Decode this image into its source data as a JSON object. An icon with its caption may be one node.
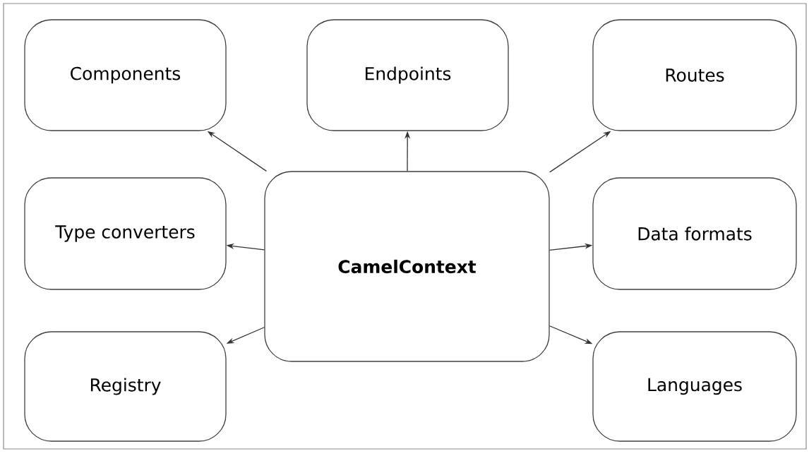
{
  "diagram": {
    "nodes": [
      {
        "text": [
          "Components"
        ]
      },
      {
        "text": [
          "Endpoints"
        ]
      },
      {
        "text": [
          "Routes"
        ]
      },
      {
        "text": [
          "Type converters"
        ]
      },
      {
        "text": [
          "CamelContext"
        ]
      },
      {
        "text": [
          "Data formats"
        ]
      },
      {
        "text": [
          "Registry"
        ]
      },
      {
        "text": [
          "Languages"
        ]
      }
    ],
    "edges": [
      {
        "from": 4,
        "to": 0,
        "arrow": "to"
      },
      {
        "from": 4,
        "to": 1,
        "arrow": "to"
      },
      {
        "from": 4,
        "to": 2,
        "arrow": "to"
      },
      {
        "from": 4,
        "to": 3,
        "arrow": "to"
      },
      {
        "from": 4,
        "to": 5,
        "arrow": "to"
      },
      {
        "from": 4,
        "to": 6,
        "arrow": "to"
      },
      {
        "from": 4,
        "to": 7,
        "arrow": "to"
      }
    ]
  }
}
